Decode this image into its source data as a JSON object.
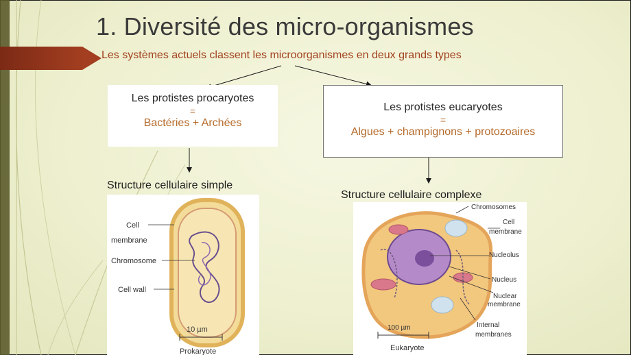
{
  "slide": {
    "title": "1. Diversité des micro-organismes",
    "subtitle": "Les systèmes actuels classent les microorganismes en deux grands types",
    "left_group": {
      "heading": "Les protistes procaryotes",
      "equals": "=",
      "members": "Bactéries + Archées",
      "caption": "Structure cellulaire simple"
    },
    "right_group": {
      "heading": "Les protistes eucaryotes",
      "equals": "=",
      "members": "Algues + champignons + protozoaires",
      "caption": "Structure cellulaire complexe"
    },
    "prokaryote_figure": {
      "labels": [
        "Cell",
        "membrane",
        "Chromosome",
        "Cell wall"
      ],
      "scale": "10 µm",
      "name": "Prokaryote"
    },
    "eukaryote_figure": {
      "labels": [
        "Chromosomes",
        "Cell",
        "membrane",
        "Nucleolus",
        "Nucleus",
        "Nuclear",
        "membrane",
        "Internal",
        "membranes"
      ],
      "scale": "100 µm",
      "name": "Eukaryote"
    }
  },
  "colors": {
    "accent": "#a33e20",
    "title_text": "#3a3a3a",
    "highlight_text": "#b56a2a",
    "background": "#eef0d0"
  }
}
